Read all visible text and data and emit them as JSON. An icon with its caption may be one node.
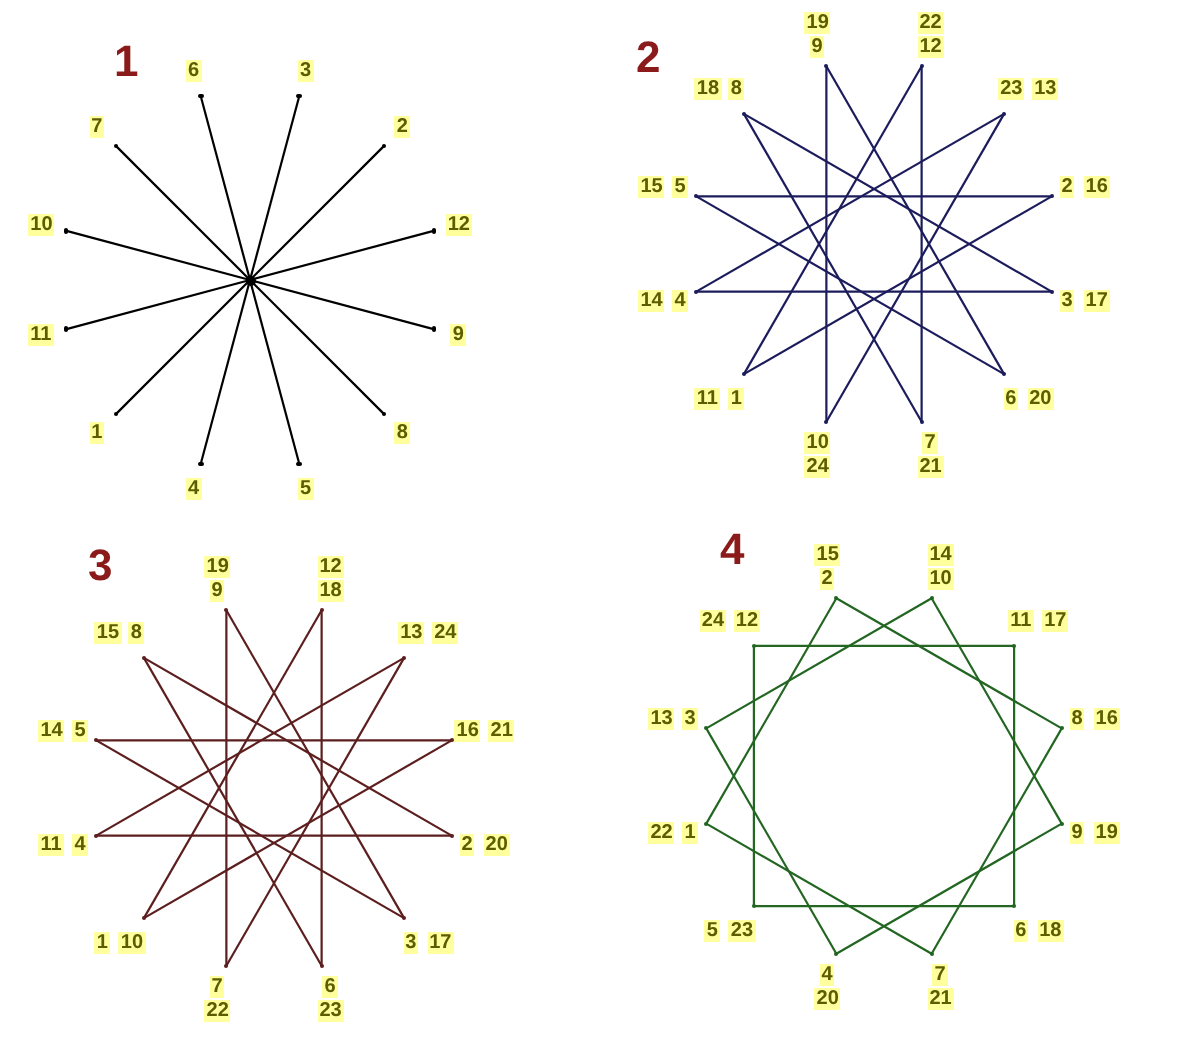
{
  "diagram": {
    "nodes": [
      {
        "text": [],
        "shape": "point"
      },
      {
        "text": [],
        "shape": "point",
        "beside": [
          "6"
        ]
      },
      {
        "text": [],
        "shape": "point",
        "beside": [
          "3"
        ]
      },
      {
        "text": [],
        "shape": "point",
        "beside": [
          "2"
        ]
      },
      {
        "text": [],
        "shape": "point",
        "beside": [
          "12"
        ]
      },
      {
        "text": [],
        "shape": "point",
        "beside": [
          "9"
        ]
      },
      {
        "text": [],
        "shape": "point",
        "beside": [
          "8"
        ]
      },
      {
        "text": [],
        "shape": "point",
        "beside": [
          "5"
        ]
      },
      {
        "text": [],
        "shape": "point",
        "beside": [
          "4"
        ]
      },
      {
        "text": [],
        "shape": "point",
        "beside": [
          "1"
        ]
      },
      {
        "text": [],
        "shape": "point",
        "beside": [
          "11"
        ]
      },
      {
        "text": [],
        "shape": "point",
        "beside": [
          "10"
        ]
      },
      {
        "text": [],
        "shape": "point",
        "beside": [
          "7"
        ]
      },
      {
        "text": [],
        "shape": "point",
        "beside": [
          "19",
          "9"
        ]
      },
      {
        "text": [],
        "shape": "point",
        "beside": [
          "22",
          "12"
        ]
      },
      {
        "text": [],
        "shape": "point",
        "beside": [
          "23",
          "13"
        ]
      },
      {
        "text": [],
        "shape": "point",
        "beside": [
          "2",
          "16"
        ]
      },
      {
        "text": [],
        "shape": "point",
        "beside": [
          "3",
          "17"
        ]
      },
      {
        "text": [],
        "shape": "point",
        "beside": [
          "6",
          "20"
        ]
      },
      {
        "text": [],
        "shape": "point",
        "beside": [
          "7",
          "21"
        ]
      },
      {
        "text": [],
        "shape": "point",
        "beside": [
          "10",
          "24"
        ]
      },
      {
        "text": [],
        "shape": "point",
        "beside": [
          "11",
          "1"
        ]
      },
      {
        "text": [],
        "shape": "point",
        "beside": [
          "14",
          "4"
        ]
      },
      {
        "text": [],
        "shape": "point",
        "beside": [
          "15",
          "5"
        ]
      },
      {
        "text": [],
        "shape": "point",
        "beside": [
          "18",
          "8"
        ]
      },
      {
        "text": [],
        "shape": "point",
        "beside": [
          "19",
          "9"
        ]
      },
      {
        "text": [],
        "shape": "point",
        "beside": [
          "12",
          "18"
        ]
      },
      {
        "text": [],
        "shape": "point",
        "beside": [
          "13",
          "24"
        ]
      },
      {
        "text": [],
        "shape": "point",
        "beside": [
          "16",
          "21"
        ]
      },
      {
        "text": [],
        "shape": "point",
        "beside": [
          "2",
          "20"
        ]
      },
      {
        "text": [],
        "shape": "point",
        "beside": [
          "3",
          "17"
        ]
      },
      {
        "text": [],
        "shape": "point",
        "beside": [
          "6",
          "23"
        ]
      },
      {
        "text": [],
        "shape": "point",
        "beside": [
          "7",
          "22"
        ]
      },
      {
        "text": [],
        "shape": "point",
        "beside": [
          "1",
          "10"
        ]
      },
      {
        "text": [],
        "shape": "point",
        "beside": [
          "11",
          "4"
        ]
      },
      {
        "text": [],
        "shape": "point",
        "beside": [
          "14",
          "5"
        ]
      },
      {
        "text": [],
        "shape": "point",
        "beside": [
          "15",
          "8"
        ]
      },
      {
        "text": [],
        "shape": "point",
        "beside": [
          "15",
          "2"
        ]
      },
      {
        "text": [],
        "shape": "point",
        "beside": [
          "14",
          "10"
        ]
      },
      {
        "text": [],
        "shape": "point",
        "beside": [
          "11",
          "17"
        ]
      },
      {
        "text": [],
        "shape": "point",
        "beside": [
          "8",
          "16"
        ]
      },
      {
        "text": [],
        "shape": "point",
        "beside": [
          "9",
          "19"
        ]
      },
      {
        "text": [],
        "shape": "point",
        "beside": [
          "6",
          "18"
        ]
      },
      {
        "text": [],
        "shape": "point",
        "beside": [
          "7",
          "21"
        ]
      },
      {
        "text": [],
        "shape": "point",
        "beside": [
          "4",
          "20"
        ]
      },
      {
        "text": [],
        "shape": "point",
        "beside": [
          "5",
          "23"
        ]
      },
      {
        "text": [],
        "shape": "point",
        "beside": [
          "22",
          "1"
        ]
      },
      {
        "text": [],
        "shape": "point",
        "beside": [
          "13",
          "3"
        ]
      },
      {
        "text": [],
        "shape": "point",
        "beside": [
          "24",
          "12"
        ]
      }
    ],
    "edges": [
      {
        "from": 0,
        "to": 1,
        "arrow": "none",
        "color": "#000000"
      },
      {
        "from": 0,
        "to": 2,
        "arrow": "none",
        "color": "#000000"
      },
      {
        "from": 0,
        "to": 3,
        "arrow": "none",
        "color": "#000000"
      },
      {
        "from": 0,
        "to": 4,
        "arrow": "none",
        "color": "#000000"
      },
      {
        "from": 0,
        "to": 5,
        "arrow": "none",
        "color": "#000000"
      },
      {
        "from": 0,
        "to": 6,
        "arrow": "none",
        "color": "#000000"
      },
      {
        "from": 0,
        "to": 7,
        "arrow": "none",
        "color": "#000000"
      },
      {
        "from": 0,
        "to": 8,
        "arrow": "none",
        "color": "#000000"
      },
      {
        "from": 0,
        "to": 9,
        "arrow": "none",
        "color": "#000000"
      },
      {
        "from": 0,
        "to": 10,
        "arrow": "none",
        "color": "#000000"
      },
      {
        "from": 0,
        "to": 11,
        "arrow": "none",
        "color": "#000000"
      },
      {
        "from": 0,
        "to": 12,
        "arrow": "none",
        "color": "#000000"
      },
      {
        "from": 13,
        "to": 18,
        "arrow": "none",
        "color": "#1c1c5c"
      },
      {
        "from": 14,
        "to": 19,
        "arrow": "none",
        "color": "#1c1c5c"
      },
      {
        "from": 15,
        "to": 20,
        "arrow": "none",
        "color": "#1c1c5c"
      },
      {
        "from": 16,
        "to": 21,
        "arrow": "none",
        "color": "#1c1c5c"
      },
      {
        "from": 17,
        "to": 22,
        "arrow": "none",
        "color": "#1c1c5c"
      },
      {
        "from": 18,
        "to": 23,
        "arrow": "none",
        "color": "#1c1c5c"
      },
      {
        "from": 19,
        "to": 24,
        "arrow": "none",
        "color": "#1c1c5c"
      },
      {
        "from": 20,
        "to": 13,
        "arrow": "none",
        "color": "#1c1c5c"
      },
      {
        "from": 21,
        "to": 14,
        "arrow": "none",
        "color": "#1c1c5c"
      },
      {
        "from": 22,
        "to": 15,
        "arrow": "none",
        "color": "#1c1c5c"
      },
      {
        "from": 23,
        "to": 16,
        "arrow": "none",
        "color": "#1c1c5c"
      },
      {
        "from": 24,
        "to": 17,
        "arrow": "none",
        "color": "#1c1c5c"
      },
      {
        "from": 25,
        "to": 30,
        "arrow": "none",
        "color": "#5c1e1e"
      },
      {
        "from": 26,
        "to": 31,
        "arrow": "none",
        "color": "#5c1e1e"
      },
      {
        "from": 27,
        "to": 32,
        "arrow": "none",
        "color": "#5c1e1e"
      },
      {
        "from": 28,
        "to": 33,
        "arrow": "none",
        "color": "#5c1e1e"
      },
      {
        "from": 29,
        "to": 34,
        "arrow": "none",
        "color": "#5c1e1e"
      },
      {
        "from": 30,
        "to": 35,
        "arrow": "none",
        "color": "#5c1e1e"
      },
      {
        "from": 31,
        "to": 36,
        "arrow": "none",
        "color": "#5c1e1e"
      },
      {
        "from": 32,
        "to": 25,
        "arrow": "none",
        "color": "#5c1e1e"
      },
      {
        "from": 33,
        "to": 26,
        "arrow": "none",
        "color": "#5c1e1e"
      },
      {
        "from": 34,
        "to": 27,
        "arrow": "none",
        "color": "#5c1e1e"
      },
      {
        "from": 35,
        "to": 28,
        "arrow": "none",
        "color": "#5c1e1e"
      },
      {
        "from": 36,
        "to": 29,
        "arrow": "none",
        "color": "#5c1e1e"
      },
      {
        "from": 37,
        "to": 40,
        "arrow": "none",
        "color": "#226622"
      },
      {
        "from": 38,
        "to": 41,
        "arrow": "none",
        "color": "#226622"
      },
      {
        "from": 39,
        "to": 42,
        "arrow": "none",
        "color": "#226622"
      },
      {
        "from": 40,
        "to": 43,
        "arrow": "none",
        "color": "#226622"
      },
      {
        "from": 41,
        "to": 44,
        "arrow": "none",
        "color": "#226622"
      },
      {
        "from": 42,
        "to": 45,
        "arrow": "none",
        "color": "#226622"
      },
      {
        "from": 43,
        "to": 46,
        "arrow": "none",
        "color": "#226622"
      },
      {
        "from": 44,
        "to": 47,
        "arrow": "none",
        "color": "#226622"
      },
      {
        "from": 45,
        "to": 48,
        "arrow": "none",
        "color": "#226622"
      },
      {
        "from": 46,
        "to": 37,
        "arrow": "none",
        "color": "#226622"
      },
      {
        "from": 47,
        "to": 38,
        "arrow": "none",
        "color": "#226622"
      },
      {
        "from": 48,
        "to": 39,
        "arrow": "none",
        "color": "#226622"
      }
    ],
    "labels": [
      "1",
      "2",
      "3",
      "4"
    ]
  }
}
